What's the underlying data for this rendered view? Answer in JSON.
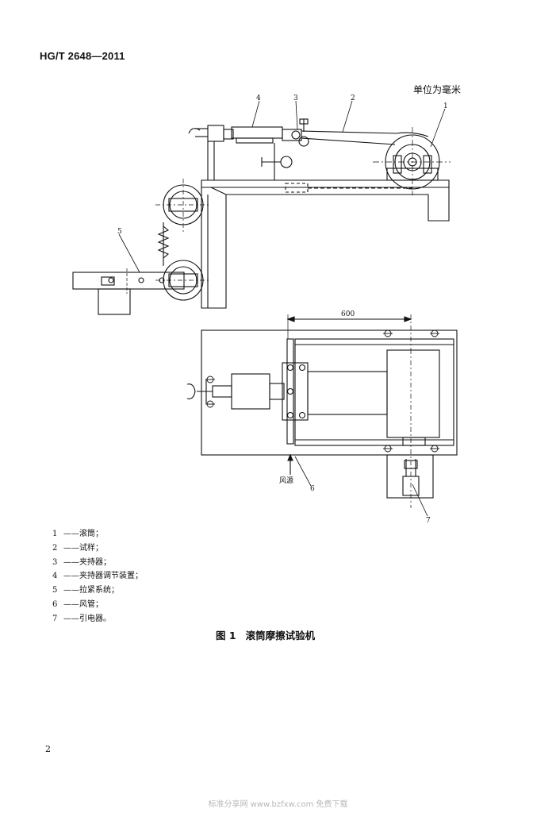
{
  "header": {
    "standard_no": "HG/T 2648—2011"
  },
  "figure": {
    "unit_note": "单位为毫米",
    "dimension": "600",
    "callouts": [
      "4",
      "3",
      "2",
      "1",
      "5",
      "6",
      "7"
    ],
    "side_label": "风源"
  },
  "legend": [
    {
      "num": "1",
      "sep": "——",
      "text": "滚筒；"
    },
    {
      "num": "2",
      "sep": "——",
      "text": "试样；"
    },
    {
      "num": "3",
      "sep": "——",
      "text": "夹持器；"
    },
    {
      "num": "4",
      "sep": "——",
      "text": "夹持器调节装置；"
    },
    {
      "num": "5",
      "sep": "——",
      "text": "拉紧系统；"
    },
    {
      "num": "6",
      "sep": "——",
      "text": "风管；"
    },
    {
      "num": "7",
      "sep": "——",
      "text": "引电器。"
    }
  ],
  "caption": {
    "label": "图 1",
    "title": "滚筒摩擦试验机"
  },
  "page_number": "2",
  "footer": "标准分享网 www.bzfxw.com 免费下载",
  "colors": {
    "ink": "#111111",
    "footer": "#b8b8b8"
  }
}
